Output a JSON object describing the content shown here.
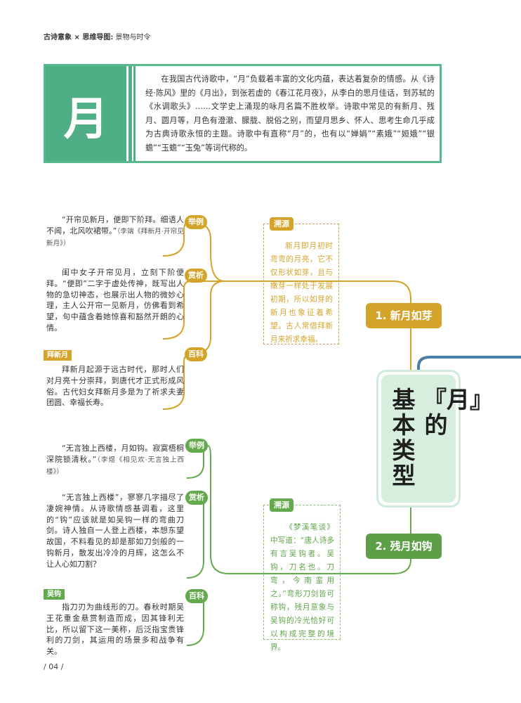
{
  "header": {
    "series_bold": "古诗意象 × 思维导图:",
    "series_sub": "景物与时令"
  },
  "intro": {
    "title_char": "月",
    "text": "在我国古代诗歌中，“月”负载着丰富的文化内蕴，表达着复杂的情感。从《诗经·陈风》里的《月出》，到张若虚的《春江花月夜》，从李白的思月佳话，到苏轼的《水调歌头》……文学史上涌现的咏月名篇不胜枚举。诗歌中常见的有新月、残月、圆月等，月色有澄澈、朦胧、脱俗之别，而望月思乡、怀人、思考生命几乎成为古典诗歌永恒的主题。诗歌中有直称“月”的，也有以“婵娟”“素娥”“姮娥”“银蟾”“玉蟾”“玉兔”等词代称的。"
  },
  "center": {
    "col_right": "『月』的",
    "col_left": "基本类型"
  },
  "branch1": {
    "node": "1. 新月如芽",
    "source_tag": "溯源",
    "source_text": "新月即月初时弯弯的月亮，它不仅形状如芽，且与嫩芽一样处于发展初期，所以如芽的新月也象征着希望。古人常借拜新月来祈求幸福。",
    "example_tag": "举例",
    "example_text": "“开帘见新月，便即下阶拜。细语人不闻，北风吹裙带。”",
    "example_cite": "（李端《拜新月·开帘见新月》）",
    "analysis_tag": "赏析",
    "analysis_text": "闺中女子开帘见月，立刻下阶便拜。“便即”二字于虚处传神，既写出人物的急切神态，也展示出人物的微妙心理，主人公开帘一见新月，仿佛看到希望，句中蕴含着她惊喜和豁然开朗的心情。",
    "wiki_tag": "百科",
    "wiki_label": "拜新月",
    "wiki_text": "拜新月起源于远古时代，那时人们对月亮十分崇拜，到唐代才正式形成风俗。古代妇女拜新月多是为了祈求夫妻团圆、幸福长寿。"
  },
  "branch2": {
    "node": "2. 残月如钩",
    "source_tag": "溯源",
    "source_text": "《梦溪笔谈》中写道：“唐人诗多有言吴钩者。吴钩，刀名也。刀弯，今南蛮用之。”弯形刀剑皆可称钩，残月意象与吴钩的冷光恰好可以构成完整的境界。",
    "example_tag": "举例",
    "example_text": "“无言独上西楼，月如钩。寂寞梧桐深院锁清秋。”",
    "example_cite": "（李煜《相见欢·无言独上西楼》）",
    "analysis_tag": "赏析",
    "analysis_text": "“无言独上西楼”，寥寥几字描尽了凄婉神情。从诗歌情感基调看，这里的“钩”应该就是如吴钩一样的弯曲刀剑。诗人独自一人登上西楼，本想东望故国，不料看见的却是那如刀剑般的一钩新月，散发出冷冷的月辉，这怎么不让人心如刀割？",
    "wiki_tag": "百科",
    "wiki_label": "吴钩",
    "wiki_text": "指刀刃为曲线形的刀。春秋时期吴王花重金悬赏制造而成，因其锋利无比，所以留下这一美称，后泛指宝贵锋利的刀剑，其运用的场景多和战争有关。"
  },
  "footer": {
    "page": "/ 04 /"
  },
  "colors": {
    "green": "#4fae85",
    "gold": "#d4a42a",
    "leaf": "#63a94e",
    "blue": "#4a7fa8"
  }
}
